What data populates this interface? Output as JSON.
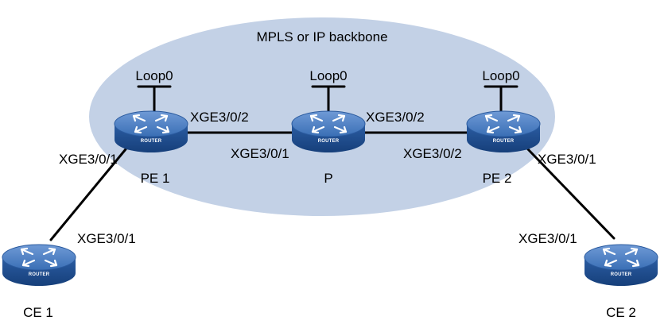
{
  "backbone": {
    "label": "MPLS or IP backbone",
    "fill": "#c3d1e6"
  },
  "colors": {
    "router_dark": "#1a4a8c",
    "router_mid": "#3570b8",
    "router_light": "#5f8fd0",
    "link": "#000000"
  },
  "routers": [
    {
      "id": "pe1",
      "name": "PE 1",
      "badge": "ROUTER",
      "loopback": "Loop0",
      "icon": "router-icon"
    },
    {
      "id": "p",
      "name": "P",
      "badge": "ROUTER",
      "loopback": "Loop0",
      "icon": "router-icon"
    },
    {
      "id": "pe2",
      "name": "PE 2",
      "badge": "ROUTER",
      "loopback": "Loop0",
      "icon": "router-icon"
    },
    {
      "id": "ce1",
      "name": "CE 1",
      "badge": "ROUTER",
      "icon": "router-icon"
    },
    {
      "id": "ce2",
      "name": "CE 2",
      "badge": "ROUTER",
      "icon": "router-icon"
    }
  ],
  "links": [
    {
      "from": "pe1",
      "to": "p",
      "from_port": "XGE3/0/2",
      "to_port": "XGE3/0/1"
    },
    {
      "from": "p",
      "to": "pe2",
      "from_port": "XGE3/0/2",
      "to_port": "XGE3/0/2"
    },
    {
      "from": "pe1",
      "to": "ce1",
      "from_port": "XGE3/0/1",
      "to_port": "XGE3/0/1"
    },
    {
      "from": "pe2",
      "to": "ce2",
      "from_port": "XGE3/0/1",
      "to_port": "XGE3/0/1"
    }
  ]
}
